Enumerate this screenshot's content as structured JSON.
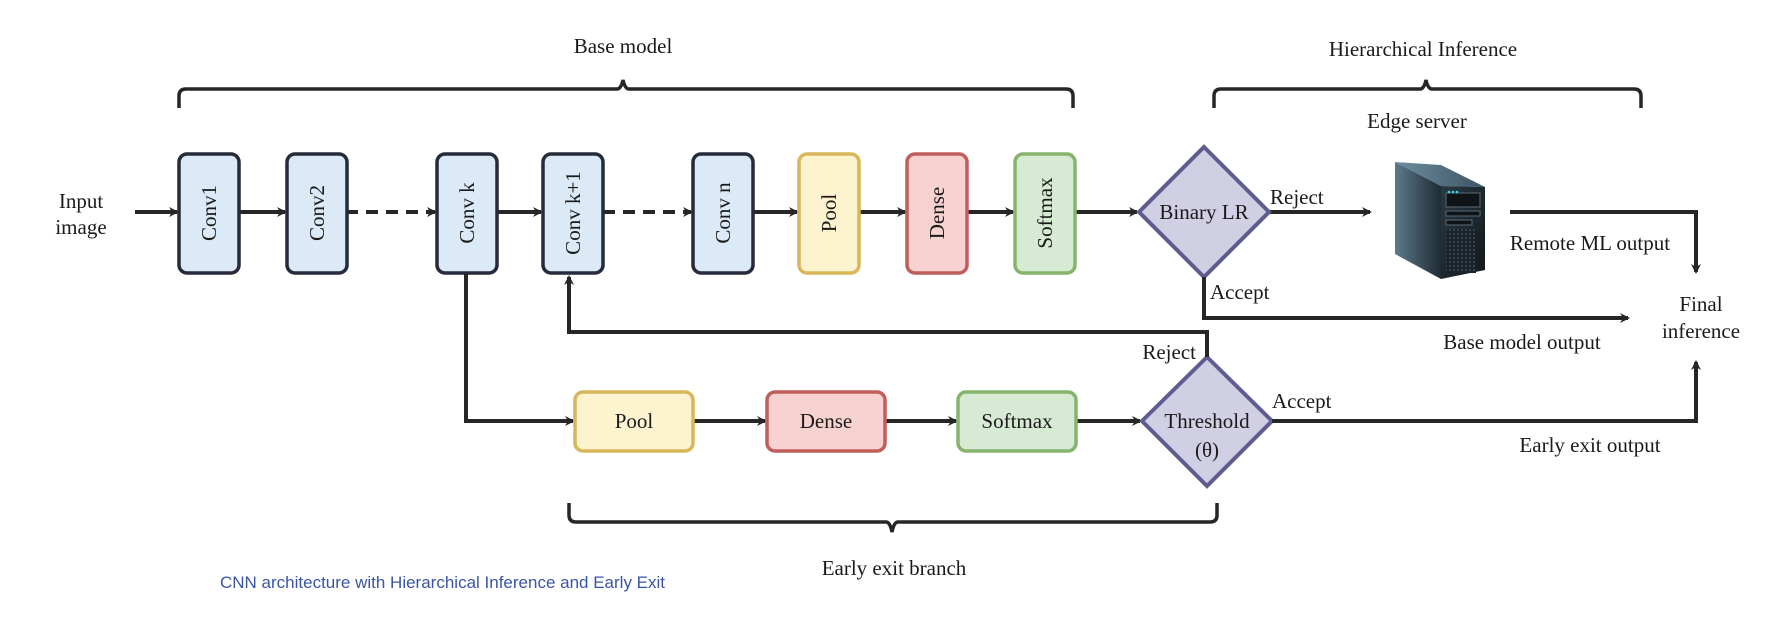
{
  "colors": {
    "conv_fill": "#dce9f6",
    "conv_stroke": "#262a3a",
    "pool_fill": "#fdf4cf",
    "pool_stroke": "#d7b75a",
    "dense_fill": "#f8d2d1",
    "dense_stroke": "#bf5e5b",
    "softmax_fill": "#d6ead4",
    "softmax_stroke": "#86b46c",
    "decision_fill": "#d0cfe4",
    "decision_stroke": "#5f5d8f",
    "caption": "#3b55a3"
  },
  "groups": {
    "base_model": "Base model",
    "hierarchical_inference": "Hierarchical Inference",
    "early_exit_branch": "Early exit branch"
  },
  "input": {
    "line1": "Input",
    "line2": "image"
  },
  "main_layers": [
    "Conv1",
    "Conv2",
    "Conv k",
    "Conv k+1",
    "Conv n",
    "Pool",
    "Dense",
    "Softmax"
  ],
  "branch_layers": [
    "Pool",
    "Dense",
    "Softmax"
  ],
  "decisions": {
    "binary_lr": "Binary LR",
    "threshold_line1": "Threshold",
    "threshold_line2": "(θ)"
  },
  "edge_server": {
    "label": "Edge server",
    "icon": "server-tower-icon"
  },
  "edge_labels": {
    "lr_reject": "Reject",
    "lr_accept": "Accept",
    "th_reject": "Reject",
    "th_accept": "Accept",
    "remote_output": "Remote ML output",
    "base_output": "Base model output",
    "early_output": "Early exit output"
  },
  "final": {
    "line1": "Final",
    "line2": "inference"
  },
  "caption": "CNN architecture with Hierarchical Inference and Early Exit"
}
